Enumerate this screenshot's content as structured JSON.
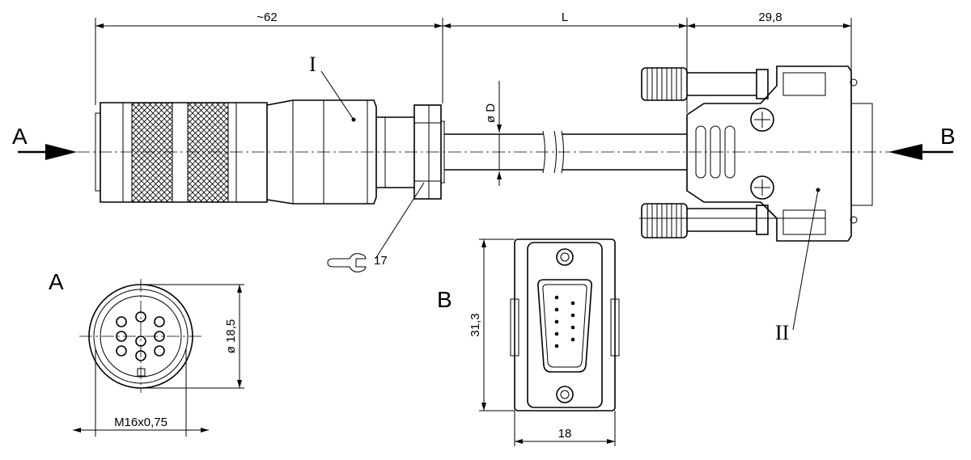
{
  "dimensions": {
    "left_length": "~62",
    "cable_length": "L",
    "right_length": "29,8",
    "cable_diameter": "ø D",
    "socket_diameter": "ø 18,5",
    "thread": "M16x0,75",
    "dsub_height": "31,3",
    "dsub_width": "18"
  },
  "views": {
    "left_arrow": "A",
    "right_arrow": "B",
    "view_a_title": "A",
    "view_b_title": "B"
  },
  "callouts": {
    "part_one": "I",
    "part_two": "II",
    "wrench_size": "17"
  }
}
